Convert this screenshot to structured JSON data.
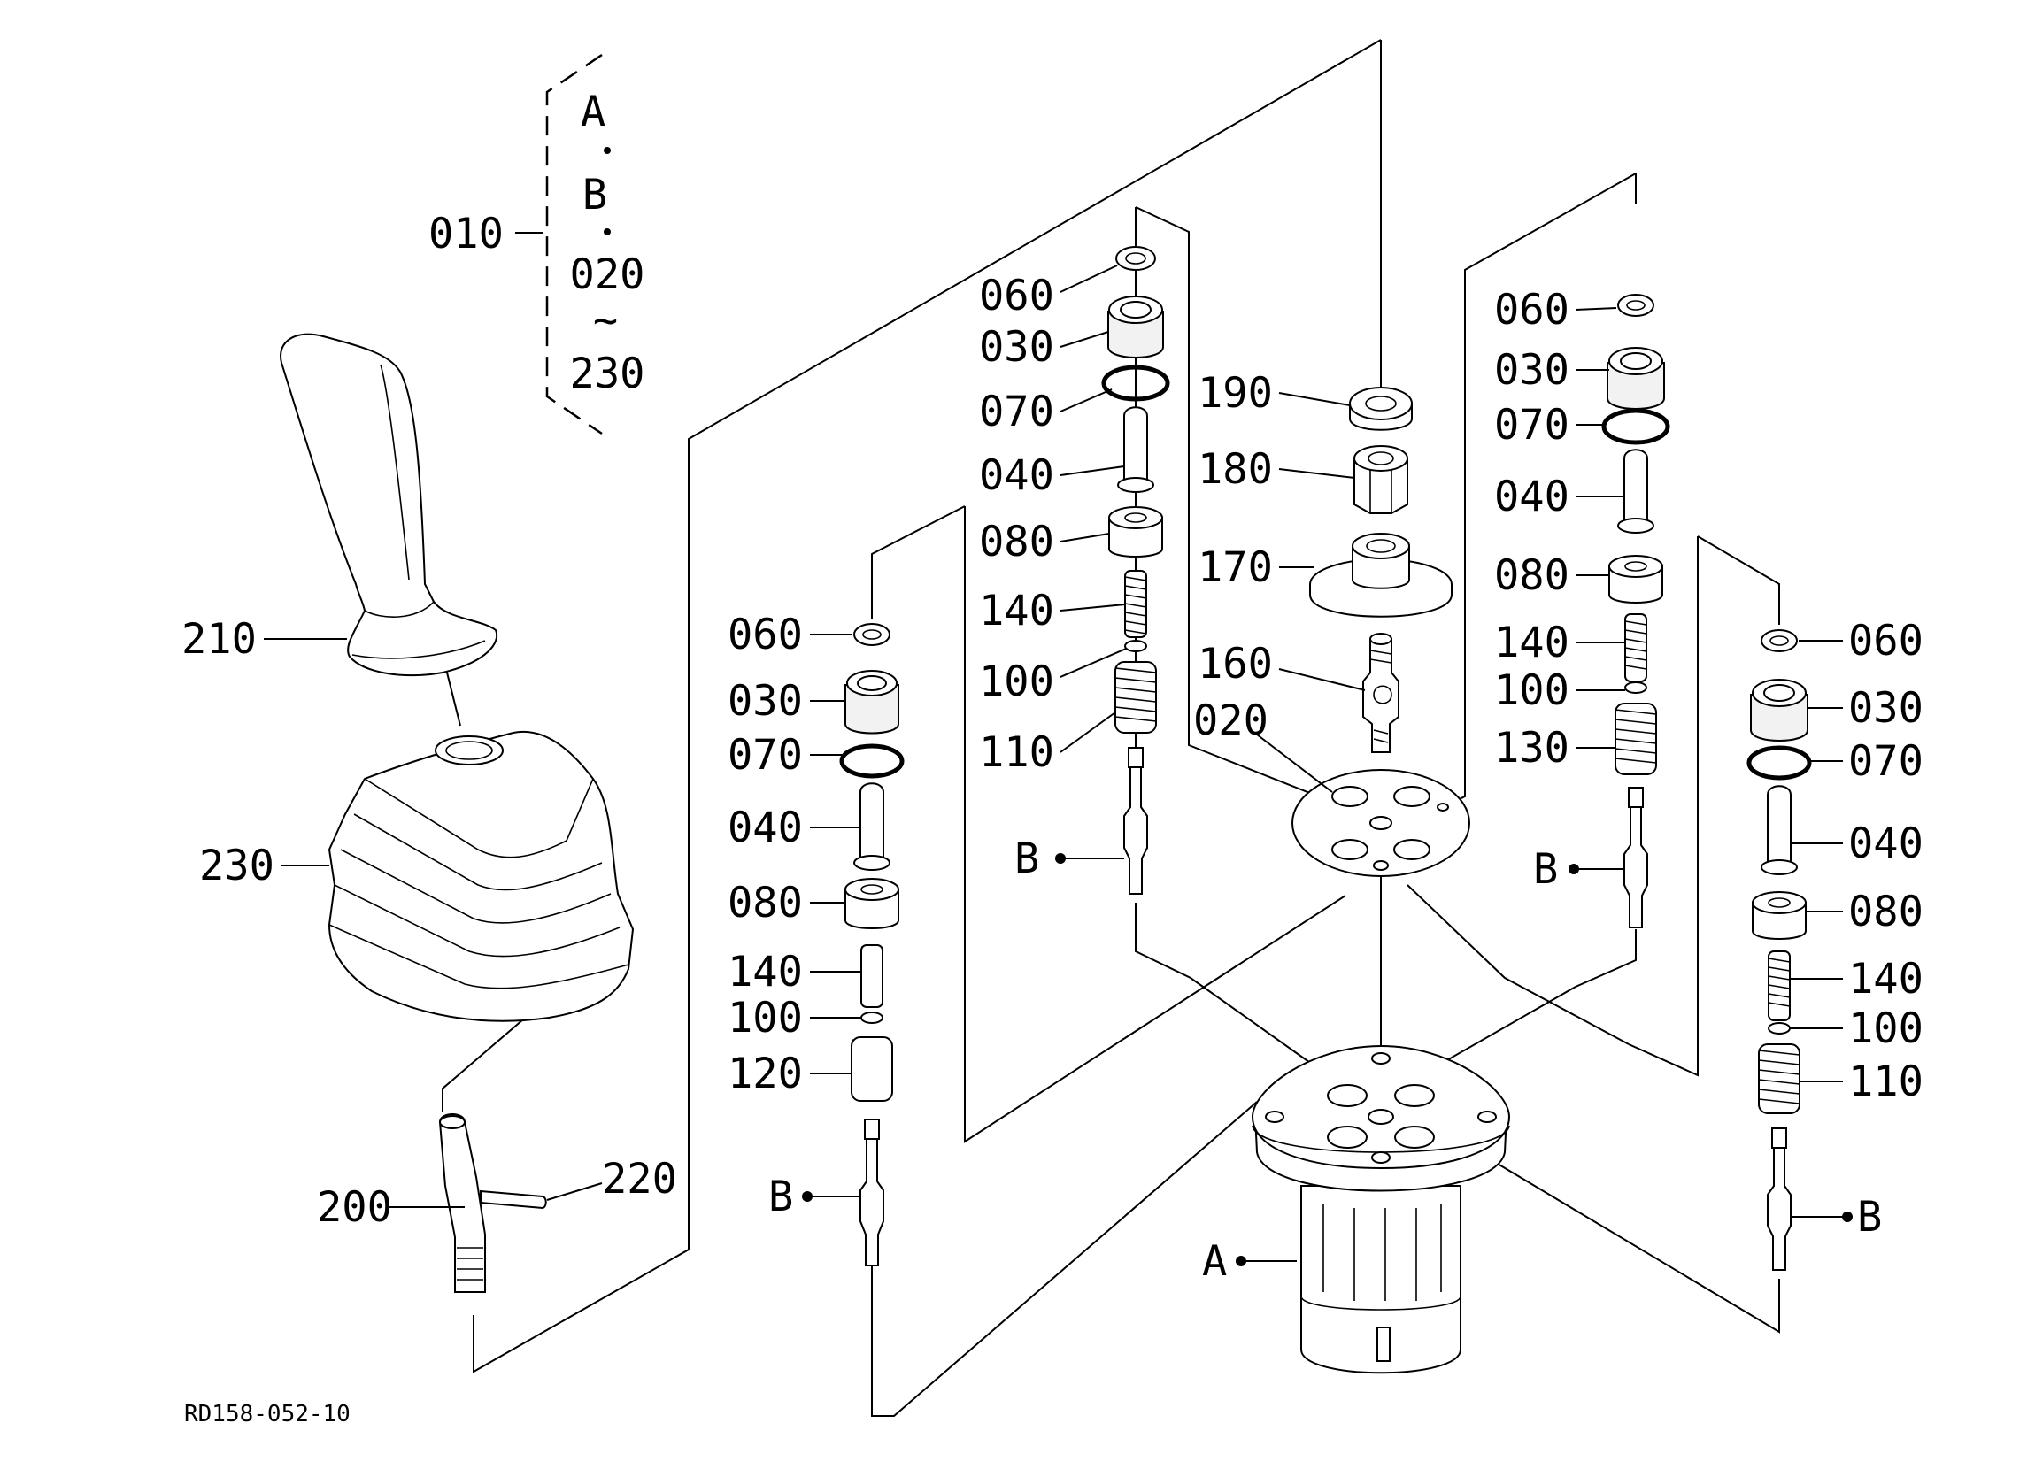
{
  "kit": {
    "ref": "010",
    "contents": [
      "A",
      "B",
      "020",
      "230"
    ],
    "range_symbol": "~"
  },
  "labels": {
    "l010": "010",
    "l210": "210",
    "l230": "230",
    "l200": "200",
    "l220": "220",
    "c1_060": "060",
    "c1_030": "030",
    "c1_070": "070",
    "c1_040": "040",
    "c1_080": "080",
    "c1_140": "140",
    "c1_100": "100",
    "c1_120": "120",
    "c1_B": "B",
    "c2_060": "060",
    "c2_030": "030",
    "c2_070": "070",
    "c2_040": "040",
    "c2_080": "080",
    "c2_140": "140",
    "c2_100": "100",
    "c2_110": "110",
    "c2_B": "B",
    "m_190": "190",
    "m_180": "180",
    "m_170": "170",
    "m_160": "160",
    "m_020": "020",
    "m_A": "A",
    "c3_060": "060",
    "c3_030": "030",
    "c3_070": "070",
    "c3_040": "040",
    "c3_080": "080",
    "c3_140": "140",
    "c3_100": "100",
    "c3_130": "130",
    "c3_B": "B",
    "c4_060": "060",
    "c4_030": "030",
    "c4_070": "070",
    "c4_040": "040",
    "c4_080": "080",
    "c4_140": "140",
    "c4_100": "100",
    "c4_110": "110",
    "c4_B": "B"
  },
  "drawing_ref": "RD158-052-10"
}
